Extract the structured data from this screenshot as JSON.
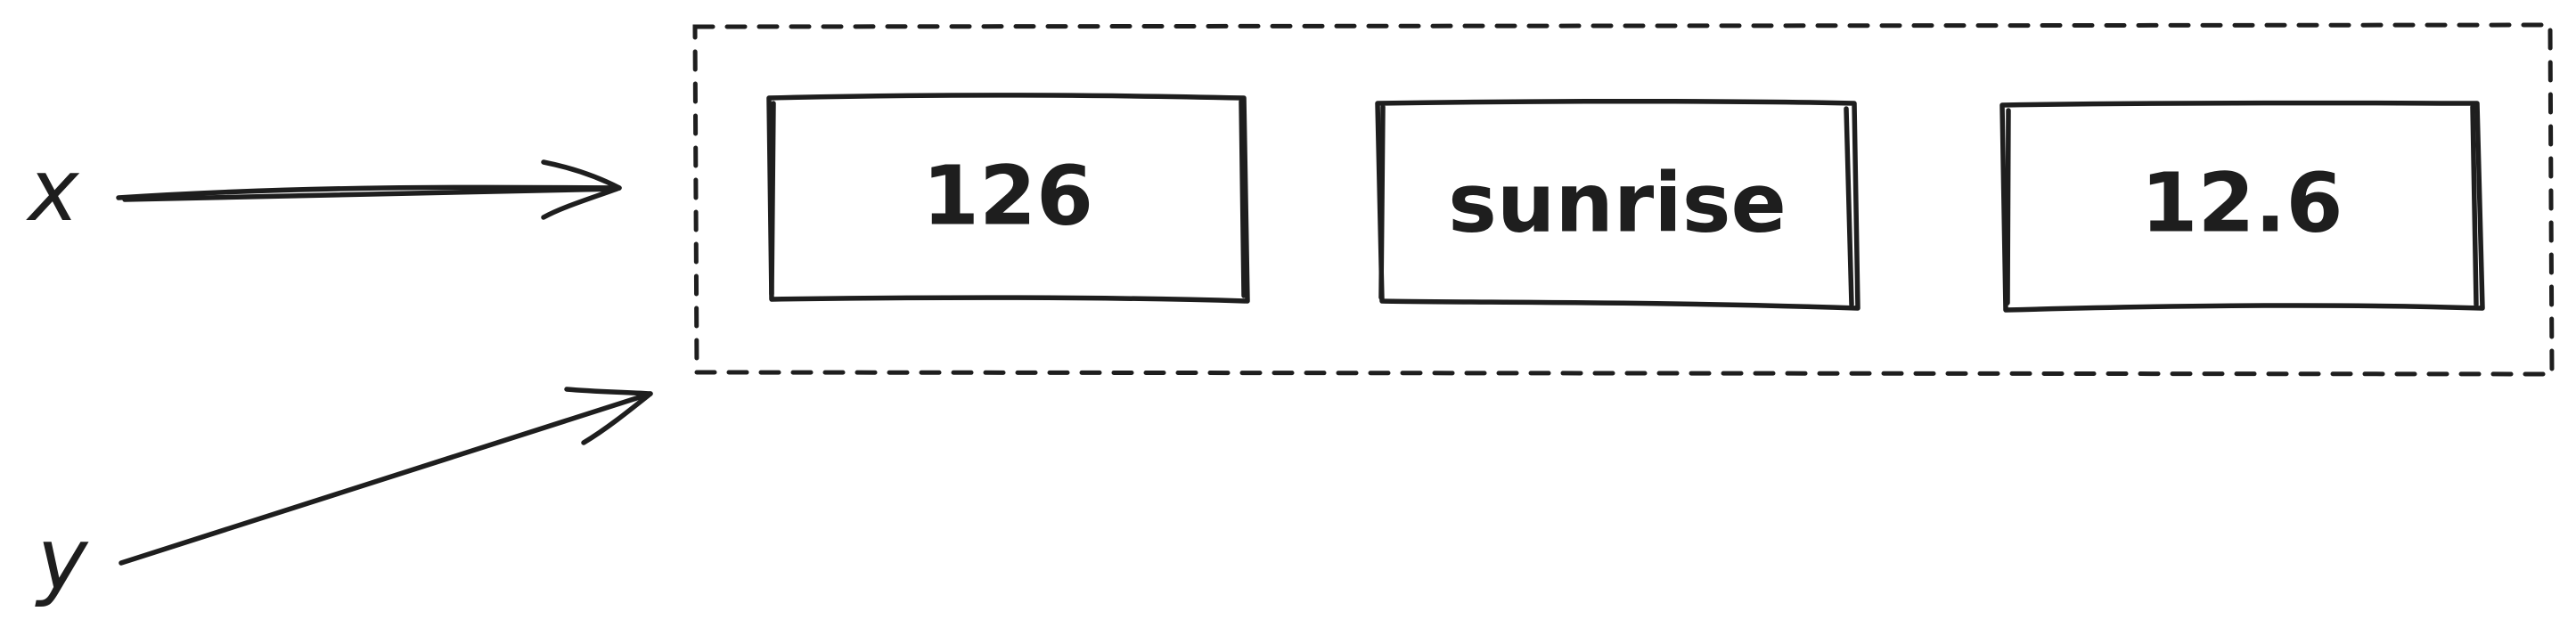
{
  "variables": [
    {
      "name": "x"
    },
    {
      "name": "y"
    }
  ],
  "tuple": {
    "elements": [
      "126",
      "sunrise",
      "12.6"
    ]
  }
}
